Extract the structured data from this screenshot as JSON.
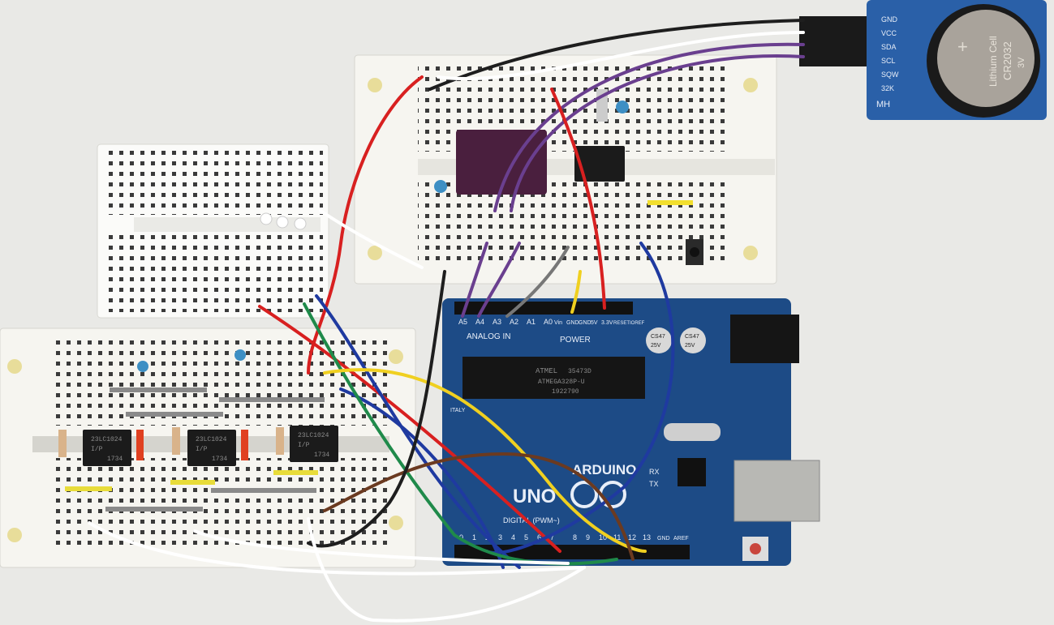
{
  "rtc_module": {
    "pins_left": [
      "GND",
      "VCC",
      "SDA",
      "SCL",
      "SQW",
      "32K"
    ],
    "brand": "MH",
    "battery": {
      "line1": "Lithium Cell",
      "line2": "CR2032",
      "line3": "3V"
    }
  },
  "arduino": {
    "logo": "ARDUINO",
    "model": "UNO",
    "analog_label": "ANALOG IN",
    "analog_pins": [
      "A5",
      "A4",
      "A3",
      "A2",
      "A1",
      "A0"
    ],
    "power_label": "POWER",
    "power_pins": [
      "Vin",
      "GND",
      "GND",
      "5V",
      "3.3V",
      "RESET",
      "IOREF"
    ],
    "digital_label": "DIGITAL (PWM~)",
    "digital_pins": [
      "0",
      "1",
      "2",
      "3",
      "4",
      "5",
      "6",
      "7",
      "8",
      "9",
      "10",
      "11",
      "12",
      "13",
      "GND",
      "AREF"
    ],
    "rx": "RX",
    "tx": "TX",
    "mcu": {
      "brand": "ATMEL",
      "code": "35473D",
      "part": "ATMEGA328P-U",
      "date": "1922790"
    },
    "capacitors": [
      {
        "line1": "CS",
        "line2": "47",
        "line3": "25V"
      },
      {
        "line1": "CS",
        "line2": "47",
        "line3": "25V"
      }
    ],
    "made_in": "ITALY"
  },
  "eeproms": [
    {
      "part": "23LC1024",
      "lot": "I/P",
      "code": "1734"
    },
    {
      "part": "23LC1024",
      "lot": "I/P",
      "code": "1734"
    },
    {
      "part": "23LC1024",
      "lot": "I/P",
      "code": "1734"
    }
  ],
  "colors": {
    "arduino_blue": "#1d4b86",
    "rtc_blue": "#2a60a8",
    "breakout_purple": "#4a1f3e",
    "breadboard": "#f6f5f0"
  }
}
